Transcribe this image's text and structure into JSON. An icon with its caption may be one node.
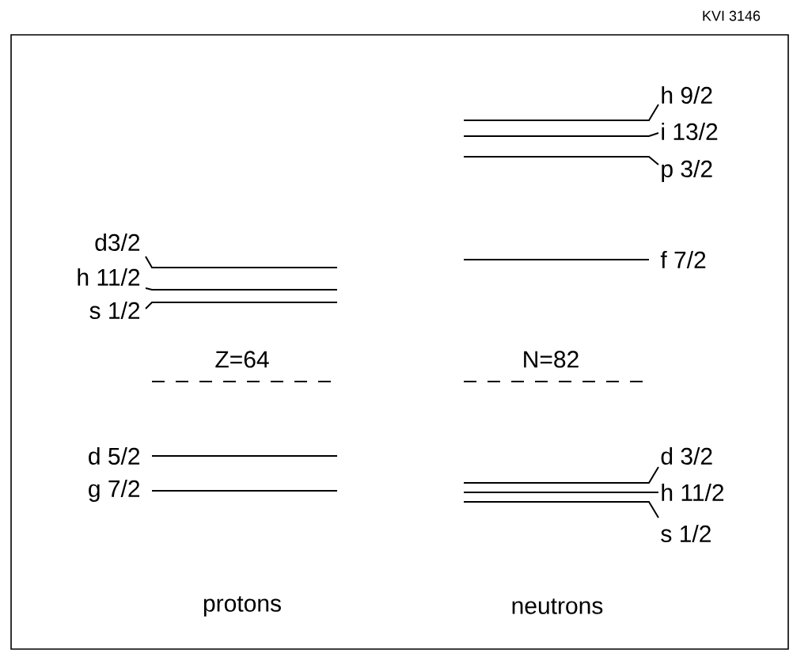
{
  "diagram": {
    "labels": [
      "KVI 3146",
      "h 9/2",
      "i 13/2",
      "p 3/2",
      "d3/2",
      "h 11/2",
      "s 1/2",
      "f 7/2",
      "Z=64",
      "N=82",
      "d 5/2",
      "d 3/2",
      "g 7/2",
      "h 11/2",
      "s 1/2",
      "protons",
      "neutrons"
    ]
  }
}
